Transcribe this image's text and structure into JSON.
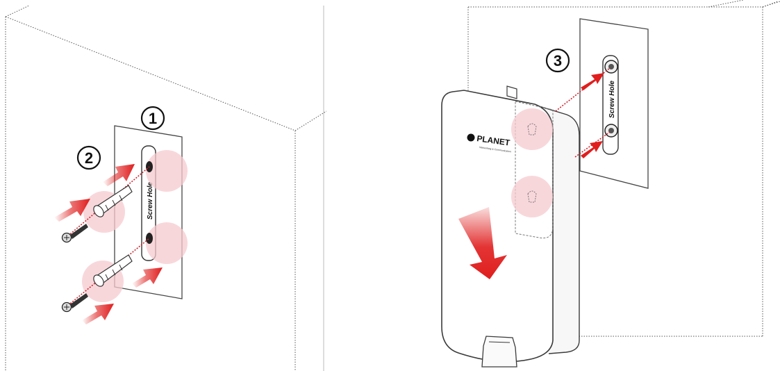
{
  "step_labels": {
    "step1": "1",
    "step2": "2",
    "step3": "3"
  },
  "template_label_left": "Screw Hole",
  "template_label_right": "Screw Hole",
  "brand": {
    "name": "PLANET",
    "tagline": "Networking & Communication"
  },
  "colors": {
    "wall_line": "#555555",
    "arrow_red": "#e01e1e",
    "highlight_pink": "#f6c9cf",
    "leader_red": "#d0202a",
    "device_outline": "#3a3a3a",
    "device_fill": "#ffffff"
  }
}
